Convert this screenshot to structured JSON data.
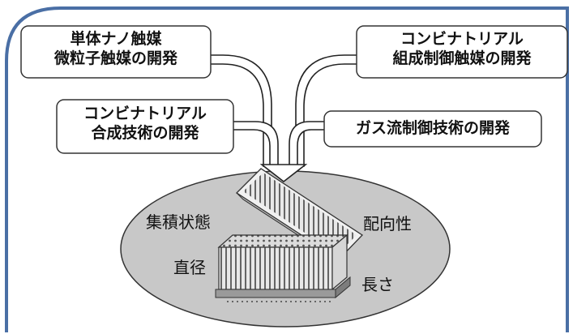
{
  "boxes": [
    {
      "id": "single-nano",
      "line1": "単体ナノ触媒",
      "line2": "微粒子触媒の開発"
    },
    {
      "id": "combi-composition",
      "line1": "コンビナトリアル",
      "line2": "組成制御触媒の開発"
    },
    {
      "id": "combi-synthesis",
      "line1": "コンビナトリアル",
      "line2": "合成技術の開発"
    },
    {
      "id": "gas-flow",
      "line1": "ガス流制御技術の開発"
    }
  ],
  "ellipse_labels": {
    "integration": "集積状態",
    "orientation": "配向性",
    "diameter": "直径",
    "length": "長さ"
  },
  "colors": {
    "frame": "#4a6fa5",
    "ellipse": "#c8c8c8",
    "box_border": "#333333",
    "arrow_fill": "#ffffff",
    "arrow_stroke": "#222222"
  }
}
